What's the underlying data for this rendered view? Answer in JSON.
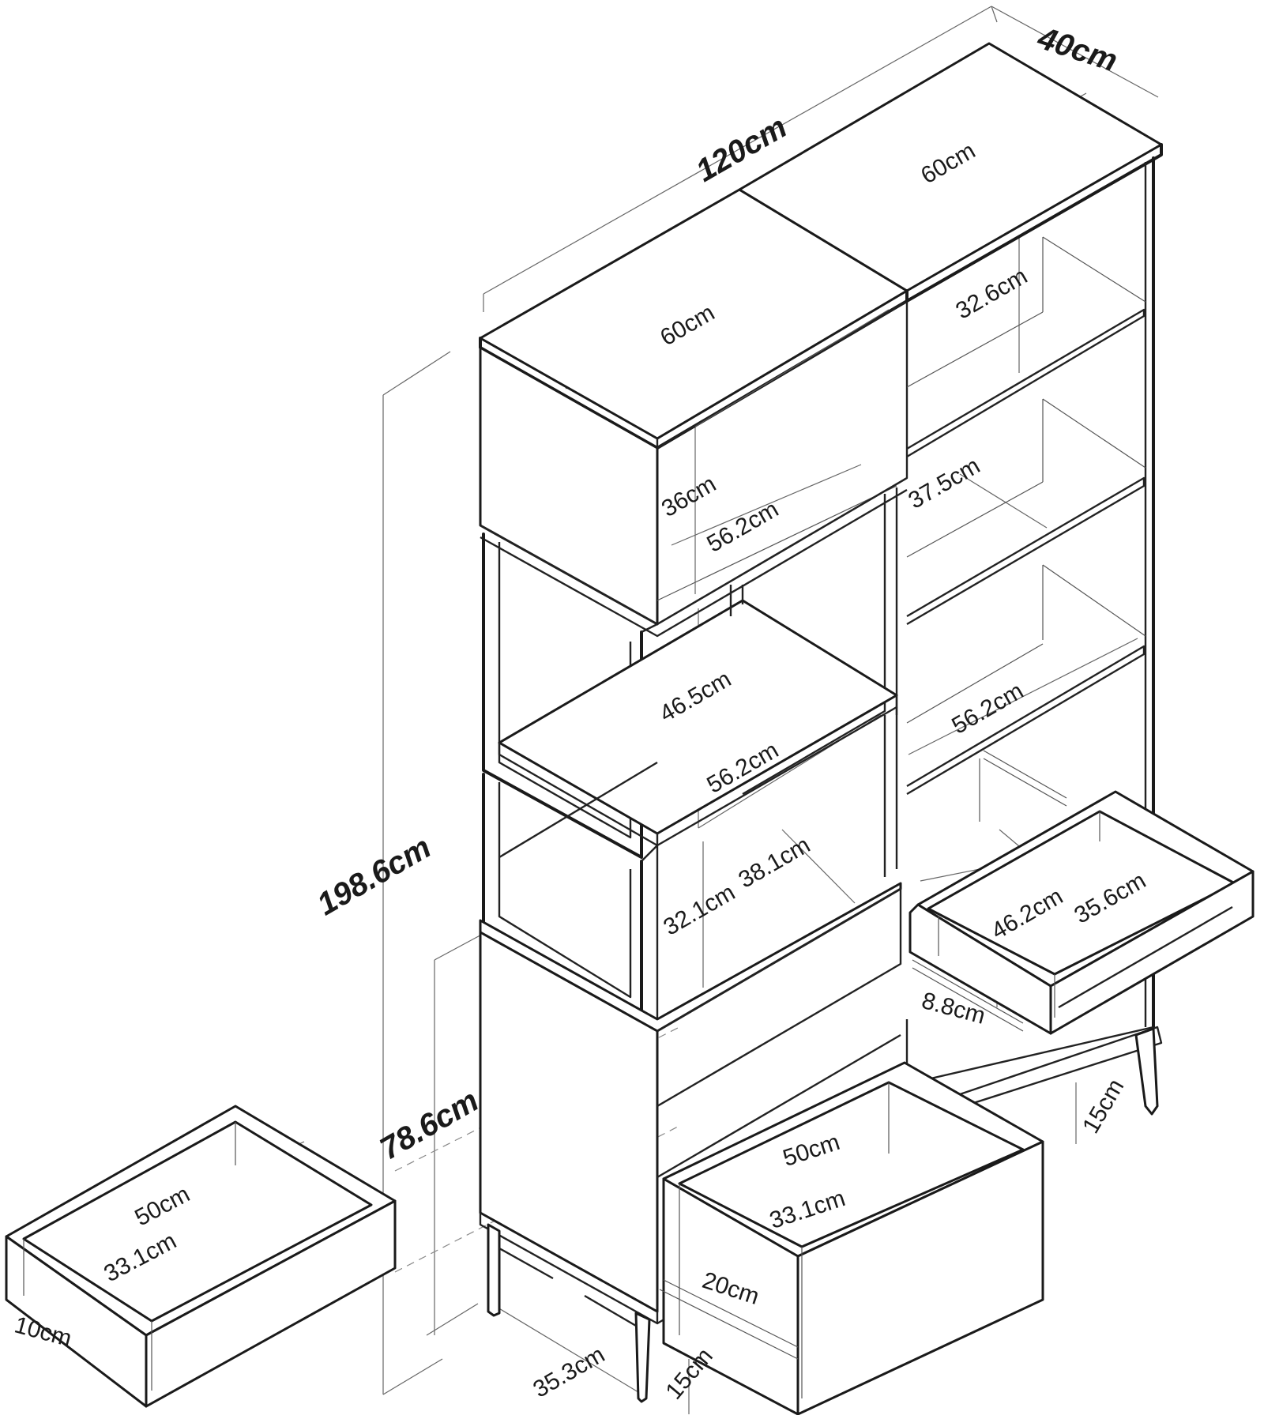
{
  "dimensions": {
    "total_width": "120cm",
    "depth": "40cm",
    "total_height": "198.6cm",
    "module_width_left": "60cm",
    "module_width_right": "60cm",
    "left_top_shelf_height": "36cm",
    "left_top_shelf_width": "56.2cm",
    "left_mid_shelf_height": "46.5cm",
    "left_mid_shelf_width": "56.2cm",
    "left_lower_height": "32.1cm",
    "left_lower_depth": "38.1cm",
    "right_top_shelf_height": "32.6cm",
    "right_mid_shelf_height": "37.5cm",
    "right_shelf_width": "56.2cm",
    "right_drawer_width": "46.2cm",
    "right_drawer_depth": "35.6cm",
    "right_drawer_height": "8.8cm",
    "right_leg_height": "15cm",
    "cabinet_height": "78.6cm",
    "left_drawer_width": "50cm",
    "left_drawer_depth": "33.1cm",
    "left_drawer_height": "10cm",
    "front_drawer_width": "50cm",
    "front_drawer_depth": "33.1cm",
    "front_drawer_height": "20cm",
    "front_leg_height": "15cm",
    "leg_spacing": "35.3cm"
  }
}
